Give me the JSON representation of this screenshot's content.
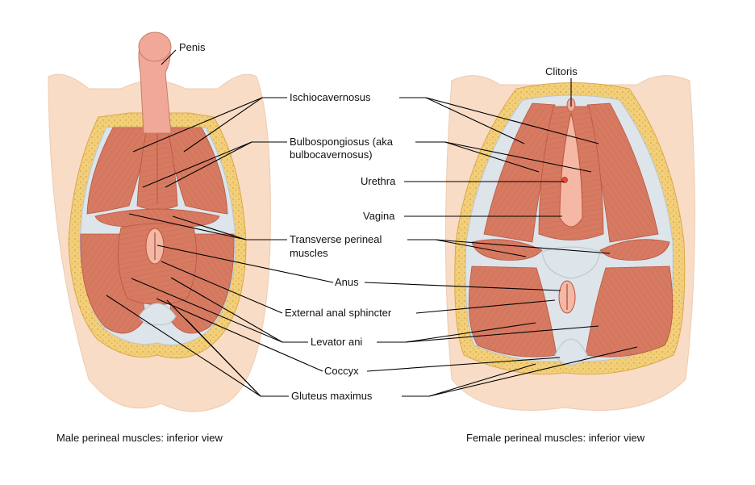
{
  "colors": {
    "skin": "#f8dcc6",
    "skin_edge": "#eecbb0",
    "fat": "#f2cf7a",
    "fat_dot": "#e3b24e",
    "muscle": "#d77a62",
    "muscle_dark": "#b9553f",
    "muscle_light": "#e7a086",
    "fascia": "#dde4ea",
    "fascia_edge": "#b9c6d1",
    "mucosa": "#f4b8a4",
    "penis": "#f0a898",
    "line": "#000000",
    "text": "#111111"
  },
  "labels": {
    "penis": "Penis",
    "clitoris": "Clitoris",
    "ischiocavernosus": "Ischiocavernosus",
    "bulbospongiosus_1": "Bulbospongiosus (aka",
    "bulbospongiosus_2": "bulbocavernosus)",
    "urethra": "Urethra",
    "vagina": "Vagina",
    "transverse_1": "Transverse perineal",
    "transverse_2": "muscles",
    "anus": "Anus",
    "external_anal_sphincter": "External anal sphincter",
    "levator_ani": "Levator ani",
    "coccyx": "Coccyx",
    "gluteus_maximus": "Gluteus maximus"
  },
  "captions": {
    "male": "Male perineal muscles: inferior view",
    "female": "Female perineal muscles: inferior view"
  }
}
